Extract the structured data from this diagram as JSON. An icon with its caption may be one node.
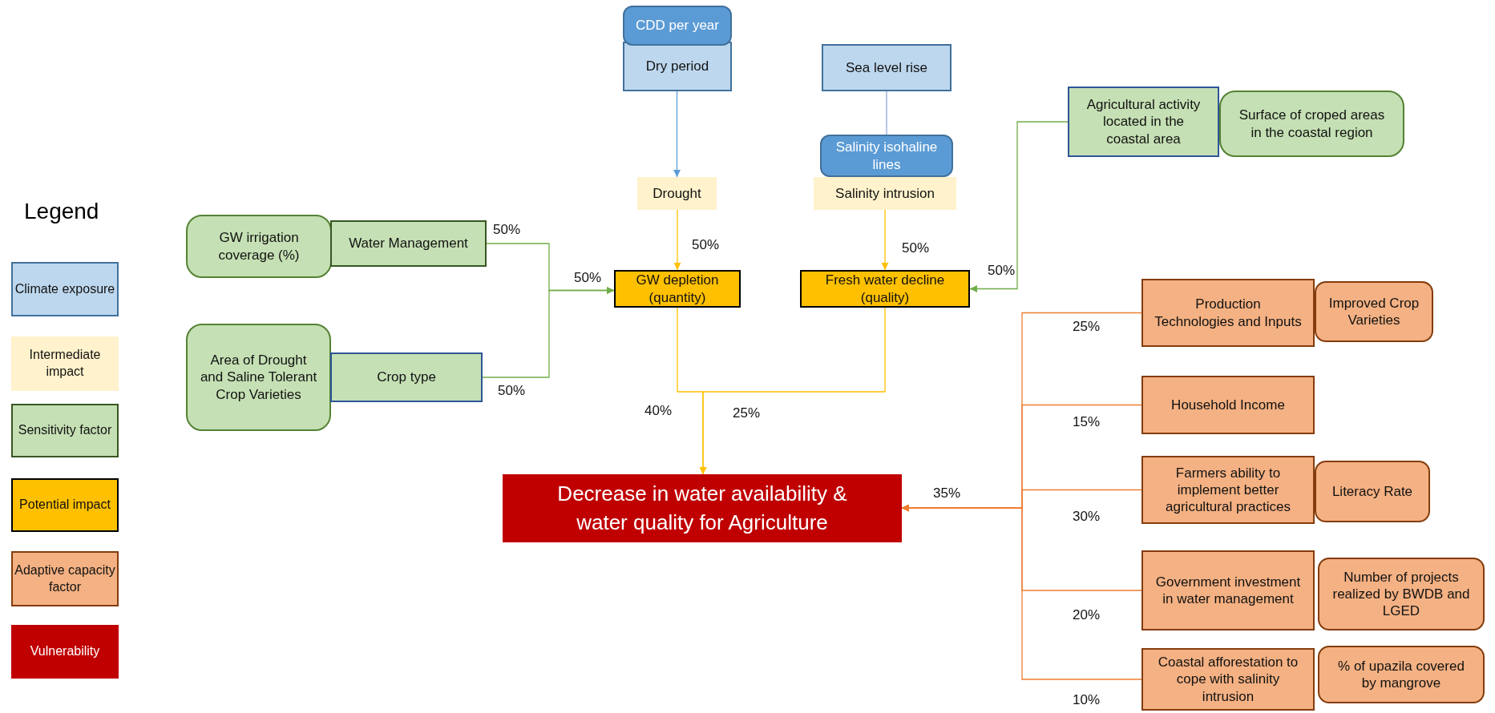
{
  "diagram": {
    "nodes": [
      {
        "text": [
          "CDD per year"
        ]
      },
      {
        "text": [
          "Dry period"
        ]
      },
      {
        "text": [
          "Sea level rise"
        ]
      },
      {
        "text": [
          "Agricultural activity located in the coastal area"
        ]
      },
      {
        "text": [
          "Surface of croped areas in the coastal region"
        ]
      },
      {
        "text": [
          "Salinity isohaline lines"
        ]
      },
      {
        "text": [
          "Drought"
        ]
      },
      {
        "text": [
          "Salinity intrusion"
        ]
      },
      {
        "text": [
          "GW irrigation coverage (%)"
        ]
      },
      {
        "text": [
          "Water Management"
        ]
      },
      {
        "text": [
          "GW depletion (quantity)"
        ]
      },
      {
        "text": [
          "Fresh water decline (quality)"
        ]
      },
      {
        "text": [
          "Production Technologies and Inputs"
        ]
      },
      {
        "text": [
          "Improved Crop Varieties"
        ]
      },
      {
        "text": [
          "Area of Drought and Saline Tolerant Crop Varieties"
        ]
      },
      {
        "text": [
          "Crop type"
        ]
      },
      {
        "text": [
          "Household Income"
        ]
      },
      {
        "text": [
          "Decrease in water availability & water quality for Agriculture"
        ]
      },
      {
        "text": [
          "Farmers ability to implement better agricultural practices"
        ]
      },
      {
        "text": [
          "Literacy Rate"
        ]
      },
      {
        "text": [
          "Government investment in water management"
        ]
      },
      {
        "text": [
          "Number of projects realized by BWDB and LGED"
        ]
      },
      {
        "text": [
          "Coastal afforestation to cope with salinity intrusion"
        ]
      },
      {
        "text": [
          "% of upazila covered by mangrove"
        ]
      }
    ],
    "edges": [
      {
        "from": 1,
        "to": 6,
        "arrow": "to",
        "color": "#5b9bd5"
      },
      {
        "from": 2,
        "to": 5,
        "arrow": "none",
        "color": "#8faadc"
      },
      {
        "from": 6,
        "to": 10,
        "arrow": "to",
        "label": "50%",
        "color": "#ffc000"
      },
      {
        "from": 7,
        "to": 11,
        "arrow": "to",
        "label": "50%",
        "color": "#ffc000"
      },
      {
        "from": 3,
        "to": 11,
        "arrow": "to",
        "label": "50%",
        "color": "#70ad47"
      },
      {
        "from": 9,
        "to": 10,
        "arrow": "to",
        "label": "50%",
        "color": "#70ad47"
      },
      {
        "from": 15,
        "to": 10,
        "arrow": "to",
        "label": "50%",
        "color": "#70ad47"
      },
      {
        "from": 10,
        "to": 17,
        "arrow": "to",
        "label": "40%",
        "color": "#ffc000"
      },
      {
        "from": 11,
        "to": 17,
        "arrow": "to",
        "label": "25%",
        "color": "#ffc000"
      },
      {
        "from": 12,
        "to": 17,
        "arrow": "to",
        "label": "25%"
      },
      {
        "from": 16,
        "to": 17,
        "arrow": "to",
        "label": "15%"
      },
      {
        "from": 18,
        "to": 17,
        "arrow": "to",
        "label": "30%"
      },
      {
        "from": 20,
        "to": 17,
        "arrow": "to",
        "label": "20%"
      },
      {
        "from": 22,
        "to": 17,
        "arrow": "to",
        "label": "10%"
      }
    ],
    "labels": [
      "Legend",
      "50%",
      "35%"
    ],
    "legend": [
      {
        "text": "Climate exposure",
        "color": "#bdd7ee"
      },
      {
        "text": "Intermediate impact",
        "color": "#fff2cc"
      },
      {
        "text": "Sensitivity factor",
        "color": "#c5e0b4"
      },
      {
        "text": "Potential impact",
        "color": "#ffc000"
      },
      {
        "text": "Adaptive capacity factor",
        "color": "#f4b183"
      },
      {
        "text": "Vulnerability",
        "color": "#c00000"
      }
    ]
  }
}
